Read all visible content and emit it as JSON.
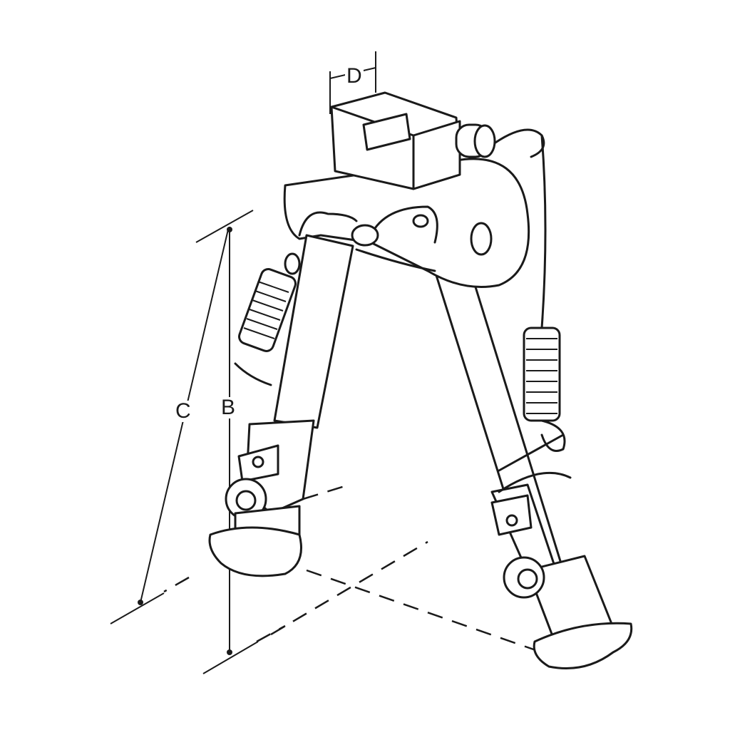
{
  "diagram": {
    "labels": {
      "mount_width": "D",
      "overall_height": "C",
      "vertical_height": "B"
    }
  }
}
